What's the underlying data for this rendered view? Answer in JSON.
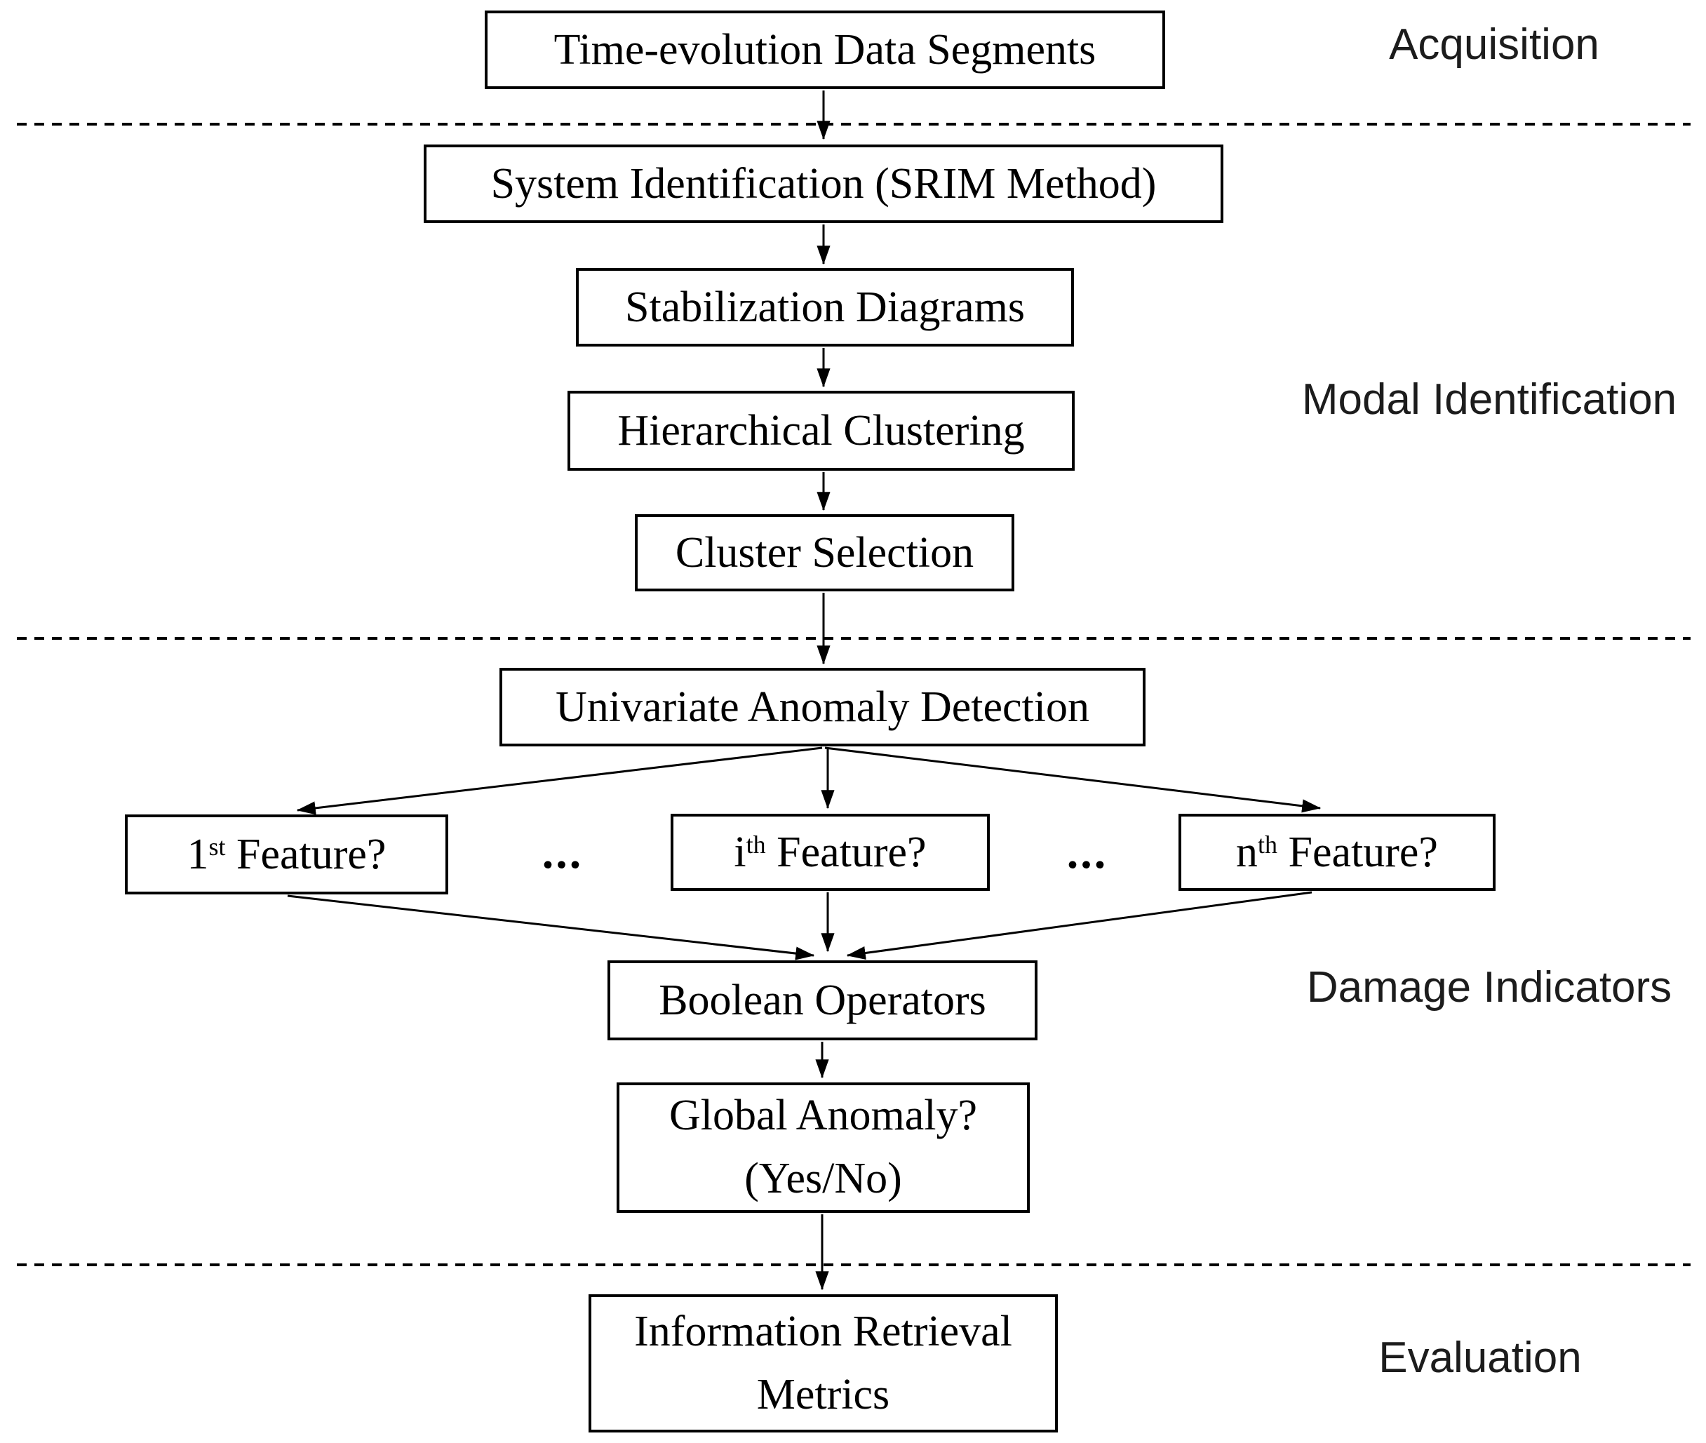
{
  "diagram": {
    "stage_labels": {
      "acquisition": "Acquisition",
      "modal_identification": "Modal Identification",
      "damage_indicators": "Damage Indicators",
      "evaluation": "Evaluation"
    },
    "nodes": {
      "time_evolution": {
        "label": "Time-evolution Data Segments"
      },
      "system_identification": {
        "label": "System Identification (SRIM Method)"
      },
      "stabilization": {
        "label": "Stabilization Diagrams"
      },
      "hierarchical_clustering": {
        "label": "Hierarchical Clustering"
      },
      "cluster_selection": {
        "label": "Cluster Selection"
      },
      "univariate": {
        "label": "Univariate Anomaly Detection"
      },
      "feature_1": {
        "base": "1",
        "sup": "st",
        "rest": " Feature?"
      },
      "feature_i": {
        "base": "i",
        "sup": "th",
        "rest": " Feature?"
      },
      "feature_n": {
        "base": "n",
        "sup": "th",
        "rest": " Feature?"
      },
      "boolean_operators": {
        "label": "Boolean Operators"
      },
      "global_anomaly": {
        "line1": "Global Anomaly?",
        "line2": "(Yes/No)"
      },
      "ir_metrics": {
        "line1": "Information Retrieval",
        "line2": "Metrics"
      }
    },
    "ellipsis": "...",
    "colors": {
      "box_border": "#000000",
      "box_text": "#000000",
      "stage_label_text": "#1c1c1c",
      "background": "#ffffff"
    }
  }
}
